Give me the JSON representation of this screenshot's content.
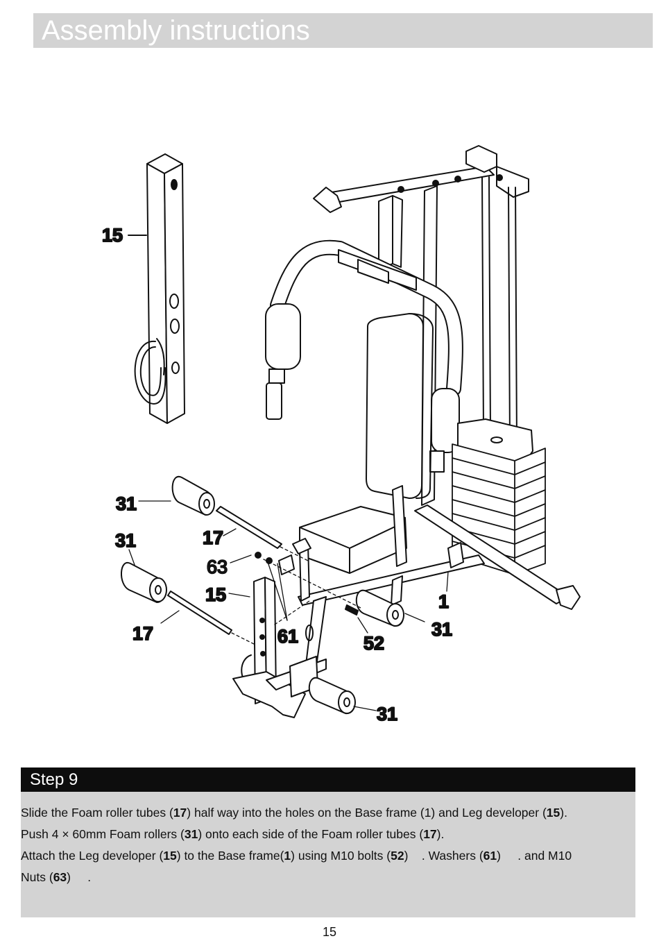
{
  "header": {
    "title": "Assembly instructions"
  },
  "diagram": {
    "callouts": {
      "c15_top": "15",
      "c31_a": "31",
      "c31_b": "31",
      "c17_a": "17",
      "c63": "63",
      "c15_mid": "15",
      "c17_b": "17",
      "c61": "61",
      "c52": "52",
      "c1": "1",
      "c31_c": "31",
      "c31_d": "31"
    }
  },
  "step": {
    "title": "Step 9",
    "line1": {
      "t1": "Slide the Foam roller tubes (",
      "b1": "17",
      "t2": ") half way into the holes on the Base frame (1) and Leg developer (",
      "b2": "15",
      "t3": ")."
    },
    "line2": {
      "t1": "Push 4 × 60mm Foam rollers (",
      "b1": "31",
      "t2": ") onto each side of the Foam roller tubes (",
      "b2": "17",
      "t3": ")."
    },
    "line3": {
      "t1": "Attach the Leg developer (",
      "b1": "15",
      "t2": ") to the Base frame(",
      "b2": "1",
      "t3": ") using M10 bolts (",
      "b3": "52",
      "t4": ")    . Washers (",
      "b4": "61",
      "t5": ")     . and M10"
    },
    "line4": {
      "t1": "Nuts (",
      "b1": "63",
      "t2": ")     ."
    }
  },
  "footer": {
    "page_number": "15"
  }
}
